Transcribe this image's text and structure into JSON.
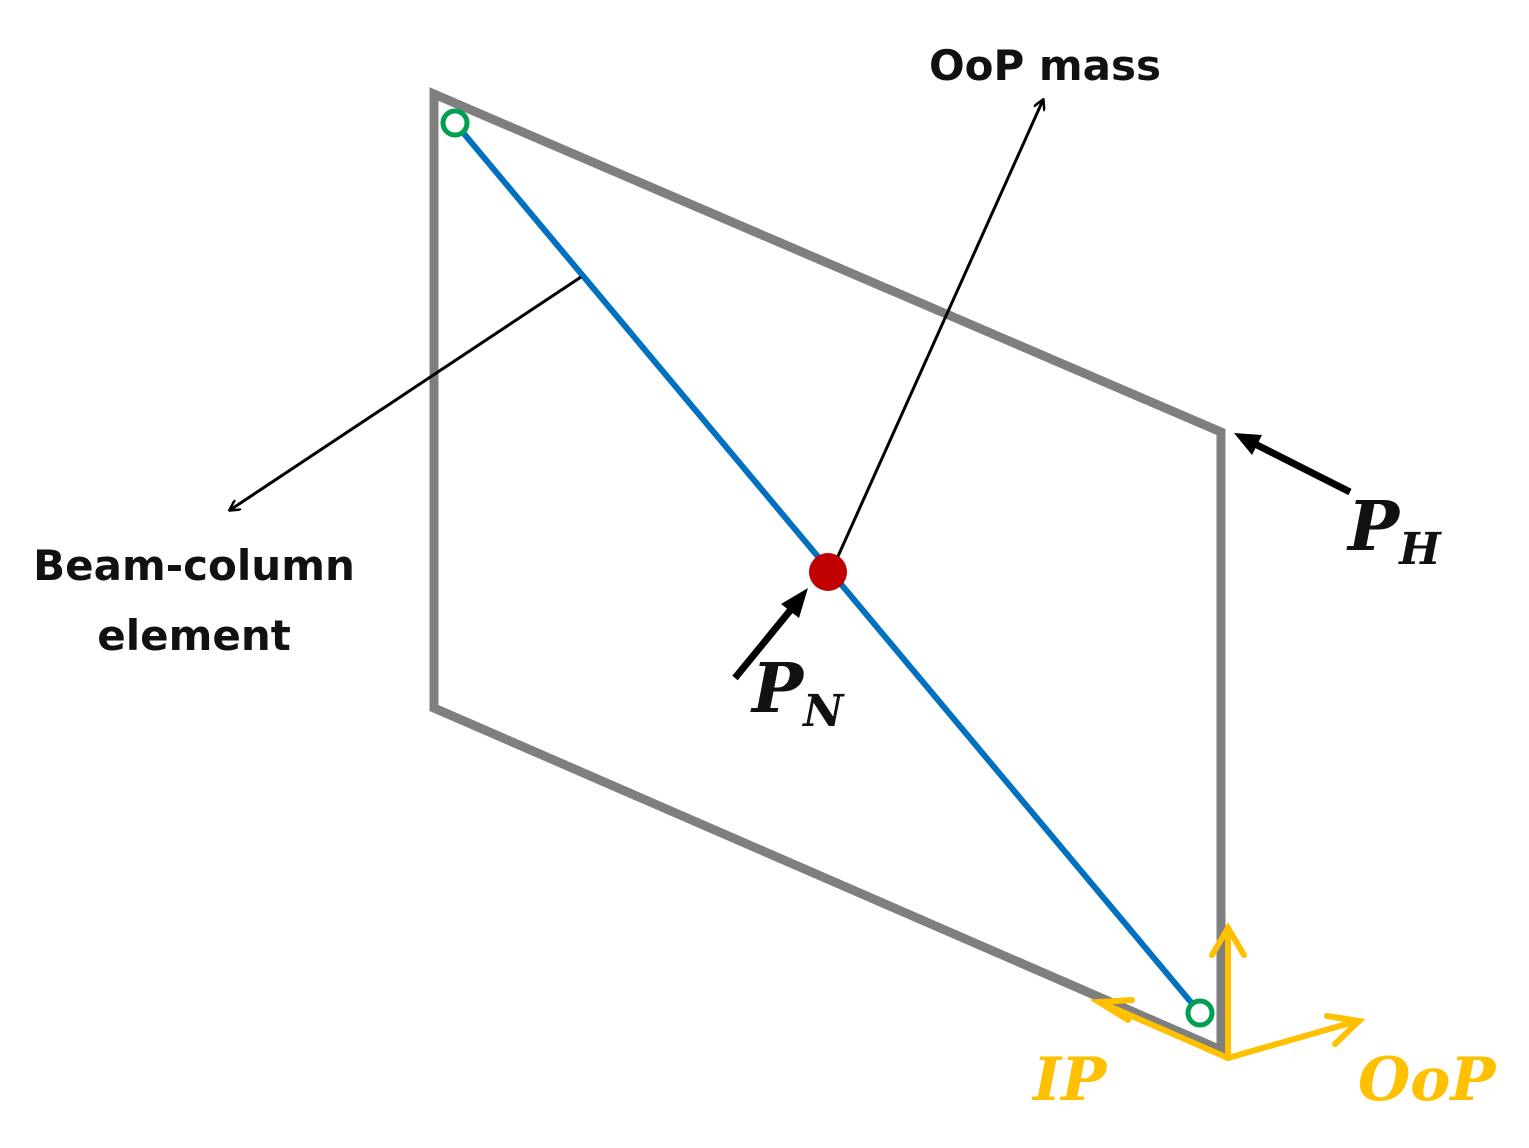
{
  "labels": {
    "oop_mass": "OoP mass",
    "beam_column_line1": "Beam-column",
    "beam_column_line2": "element",
    "p_n_main": "P",
    "p_n_sub": "N",
    "p_h_main": "P",
    "p_h_sub": "H",
    "ip_axis": "IP",
    "oop_axis": "OoP"
  },
  "colors": {
    "frame": "#7f7f7f",
    "strut": "#0070c0",
    "mass": "#c00000",
    "hinge": "#00a050",
    "axes": "#ffc000",
    "annotation": "#000000"
  },
  "icons": {
    "hinge_top": "hinge-circle-icon",
    "hinge_bottom": "hinge-circle-icon",
    "mass_node": "mass-dot-icon"
  }
}
